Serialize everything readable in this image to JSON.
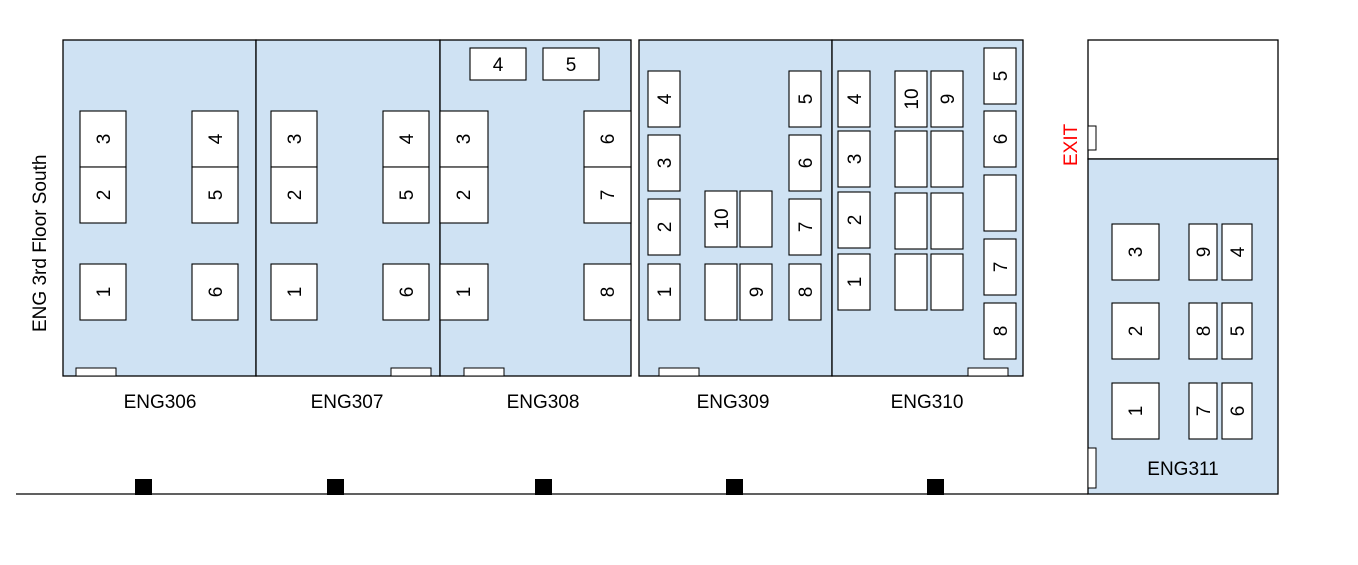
{
  "floor_title": "ENG 3rd Floor South",
  "exit_label": "EXIT",
  "colors": {
    "room_fill": "#cfe2f3",
    "exit": "#ff0000",
    "pillar": "#000000"
  },
  "rooms": [
    {
      "name": "ENG306",
      "desks": [
        "3",
        "2",
        "1",
        "4",
        "5",
        "6"
      ]
    },
    {
      "name": "ENG307",
      "desks": [
        "3",
        "2",
        "1",
        "4",
        "5",
        "6"
      ]
    },
    {
      "name": "ENG308",
      "desks": [
        "4",
        "5",
        "3",
        "2",
        "1",
        "6",
        "7",
        "8"
      ]
    },
    {
      "name": "ENG309",
      "desks": [
        "4",
        "3",
        "2",
        "1",
        "10",
        "",
        "",
        "9",
        "5",
        "6",
        "7",
        "8"
      ]
    },
    {
      "name": "ENG310",
      "desks": [
        "4",
        "3",
        "2",
        "1",
        "10",
        "9",
        "",
        "",
        "",
        "",
        "",
        "",
        "5",
        "6",
        "",
        "7",
        "8"
      ]
    },
    {
      "name": "ENG311",
      "desks": [
        "3",
        "2",
        "1",
        "9",
        "4",
        "8",
        "5",
        "7",
        "6"
      ]
    }
  ]
}
